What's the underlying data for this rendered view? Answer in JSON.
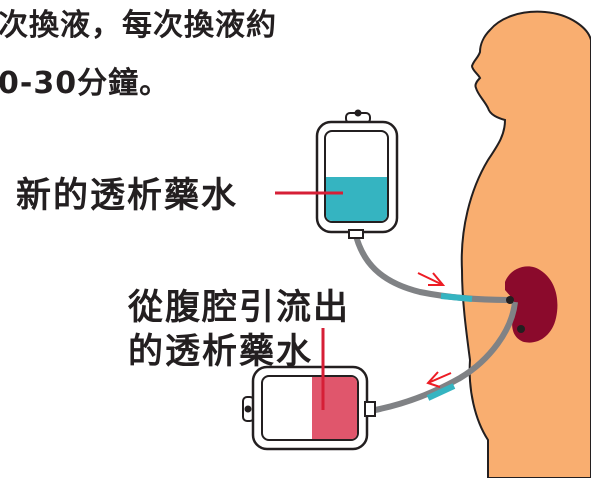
{
  "intro": {
    "line1": "次換液，每次換液約",
    "line2": "0-30分鐘。"
  },
  "labels": {
    "new_solution": "新的透析藥水",
    "drained_line1": "從腹腔引流出",
    "drained_line2": "的透析藥水"
  },
  "colors": {
    "body": "#f9ae70",
    "body_outline": "#231f20",
    "kidney": "#8b0a2c",
    "fresh_fluid": "#35b4c1",
    "drained_fluid": "#e0566c",
    "tube": "#808285",
    "tube_band": "#35b4c1",
    "pointer": "#d61f36",
    "arrow": "#ed1c24"
  },
  "icons": {
    "flow_in": "arrow-right-icon",
    "flow_out": "arrow-left-icon"
  }
}
